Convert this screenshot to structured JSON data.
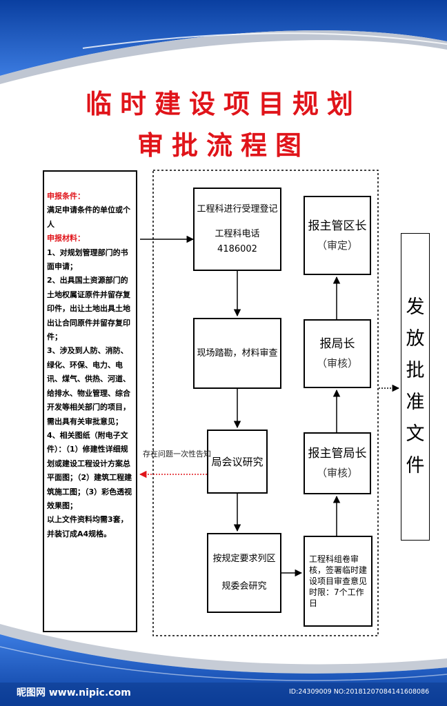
{
  "title": {
    "line1": "临时建设项目规划",
    "line2": "审批流程图"
  },
  "requirements": {
    "conditions_heading": "申报条件：",
    "conditions_text": "满足申请条件的单位或个人",
    "materials_heading": "申报材料：",
    "items": [
      "1、对规划管理部门的书面申请；",
      "2、出具国土资源部门的土地权属证原件并留存复印件，出让土地出具土地出让合同原件并留存复印件；",
      "3、涉及到人防、消防、绿化、环保、电力、电讯、煤气、供热、河道、给排水、物业管理、综合开发等相关部门的项目，需出具有关审批意见；",
      "4、相关图纸（附电子文件）：（1）修建性详细规划或建设工程设计方案总平面图；（2）建筑工程建筑施工图；（3）彩色透视效果图；",
      "以上文件资料均需3套，并装订成A4规格。"
    ]
  },
  "steps": {
    "register": {
      "line1": "工程科进行受理登记",
      "line2": "工程科电话 4186002"
    },
    "survey": {
      "text": "现场踏勘，材料审查"
    },
    "meeting": {
      "text": "局会议研究"
    },
    "committee": {
      "line1": "按规定要求列区",
      "line2": "规委会研究"
    },
    "section_review": {
      "line1": "工程科组卷审核，签署临时建设项目审查意见",
      "line2": "时限：7个工作日"
    },
    "deputy_director": {
      "title": "报主管局长",
      "note": "（审核）"
    },
    "director": {
      "title": "报局长",
      "note": "（审核）"
    },
    "district_head": {
      "title": "报主管区长",
      "note": "（审定）"
    },
    "final": [
      "发",
      "放",
      "批",
      "准",
      "文",
      "件"
    ]
  },
  "issue_label": "存在问题一次性告知",
  "footer": {
    "logo": "昵图网 www.nipic.com",
    "id": "ID:24309009 NO:20181207084141608086"
  },
  "colors": {
    "title_red": "#e0141a",
    "frame_blue": "#1e56b8",
    "feedback_red": "#e0141a"
  }
}
